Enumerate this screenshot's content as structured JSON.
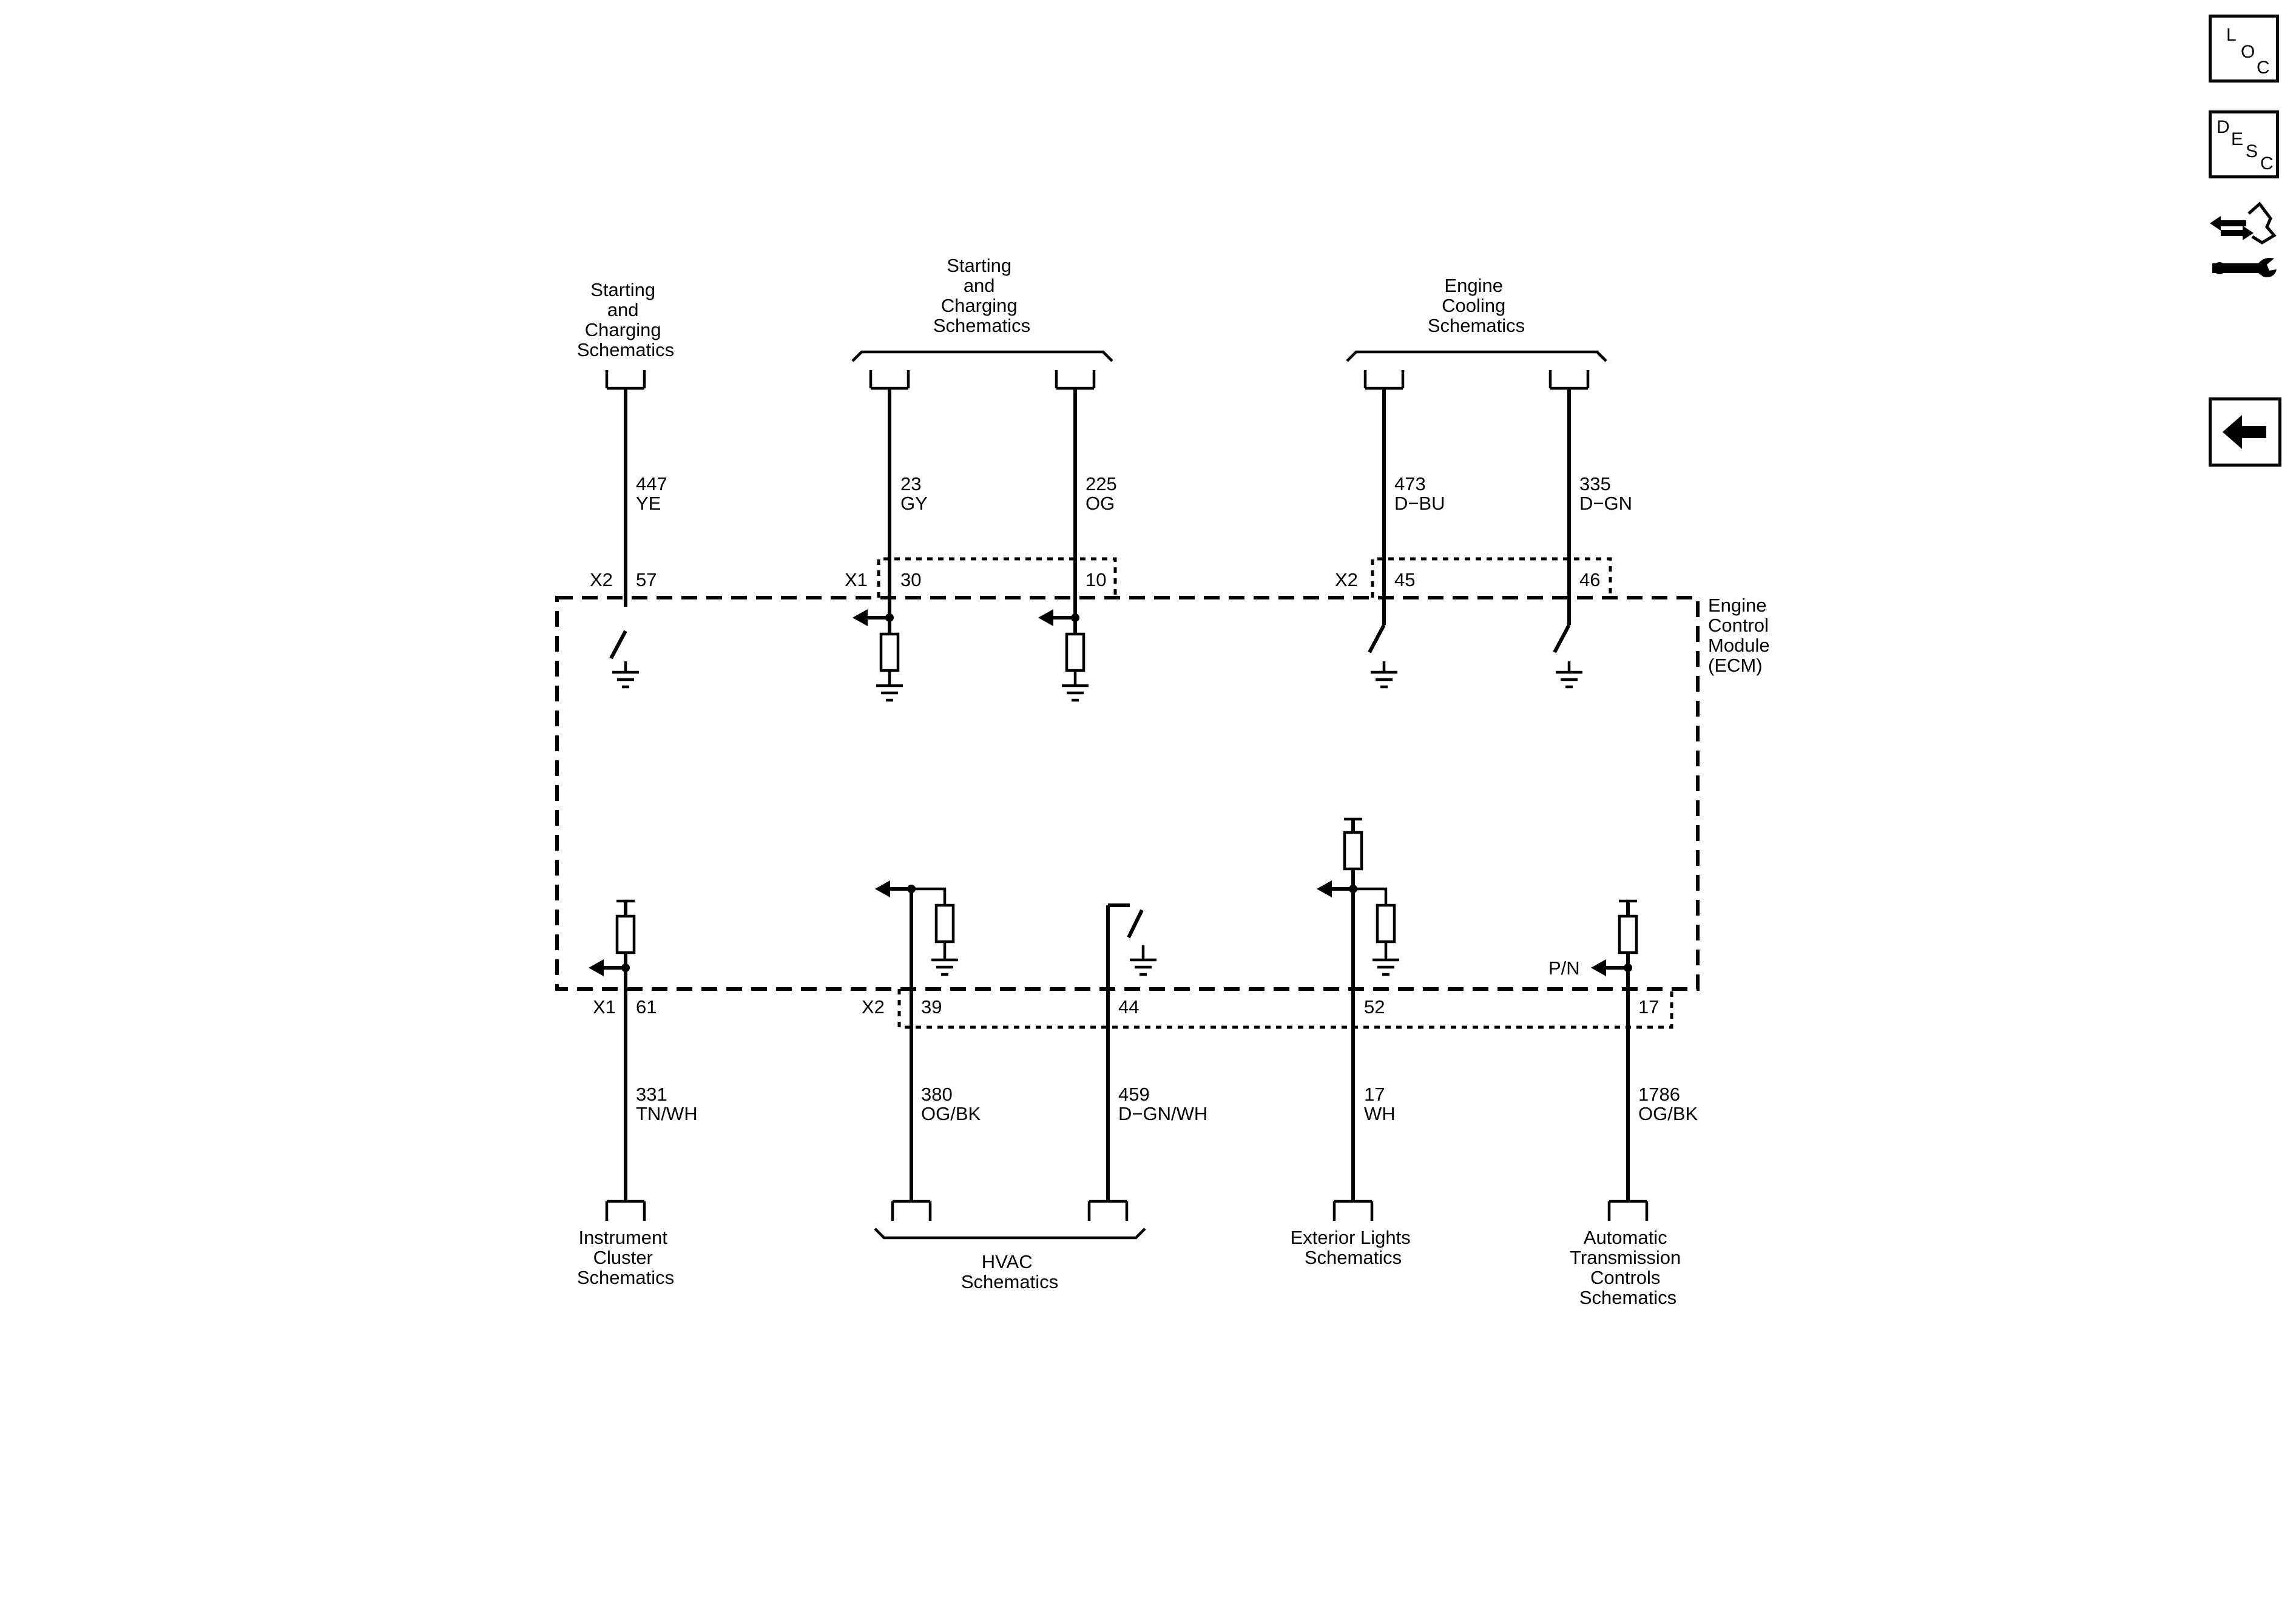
{
  "nav": {
    "loc": {
      "l": "L",
      "o": "O",
      "c": "C"
    },
    "desc": {
      "d": "D",
      "e": "E",
      "s": "S",
      "c": "C"
    }
  },
  "labels": {
    "top_sc1": [
      "Starting",
      "and",
      "Charging",
      "Schematics"
    ],
    "top_sc2": [
      "Starting",
      "and",
      "Charging",
      "Schematics"
    ],
    "top_ec": [
      "Engine",
      "Cooling",
      "Schematics"
    ],
    "module": [
      "Engine",
      "Control",
      "Module",
      "(ECM)"
    ],
    "bot_ic": [
      "Instrument",
      "Cluster",
      "Schematics"
    ],
    "bot_hvac": [
      "HVAC",
      "Schematics"
    ],
    "bot_el": [
      "Exterior Lights",
      "Schematics"
    ],
    "bot_at": [
      "Automatic",
      "Transmission",
      "Controls",
      "Schematics"
    ]
  },
  "connectors": {
    "top_x2a": "X2",
    "top_x1": "X1",
    "top_x2b": "X2",
    "bot_x1": "X1",
    "bot_x2": "X2"
  },
  "wires_top": [
    {
      "circuit": "447",
      "color": "YE",
      "pin": "57"
    },
    {
      "circuit": "23",
      "color": "GY",
      "pin": "30"
    },
    {
      "circuit": "225",
      "color": "OG",
      "pin": "10"
    },
    {
      "circuit": "473",
      "color": "D−BU",
      "pin": "45"
    },
    {
      "circuit": "335",
      "color": "D−GN",
      "pin": "46"
    }
  ],
  "wires_bottom": [
    {
      "circuit": "331",
      "color": "TN/WH",
      "pin": "61"
    },
    {
      "circuit": "380",
      "color": "OG/BK",
      "pin": "39"
    },
    {
      "circuit": "459",
      "color": "D−GN/WH",
      "pin": "44"
    },
    {
      "circuit": "17",
      "color": "WH",
      "pin": "52"
    },
    {
      "circuit": "1786",
      "color": "OG/BK",
      "pin": "17"
    }
  ],
  "pn_label": "P/N"
}
